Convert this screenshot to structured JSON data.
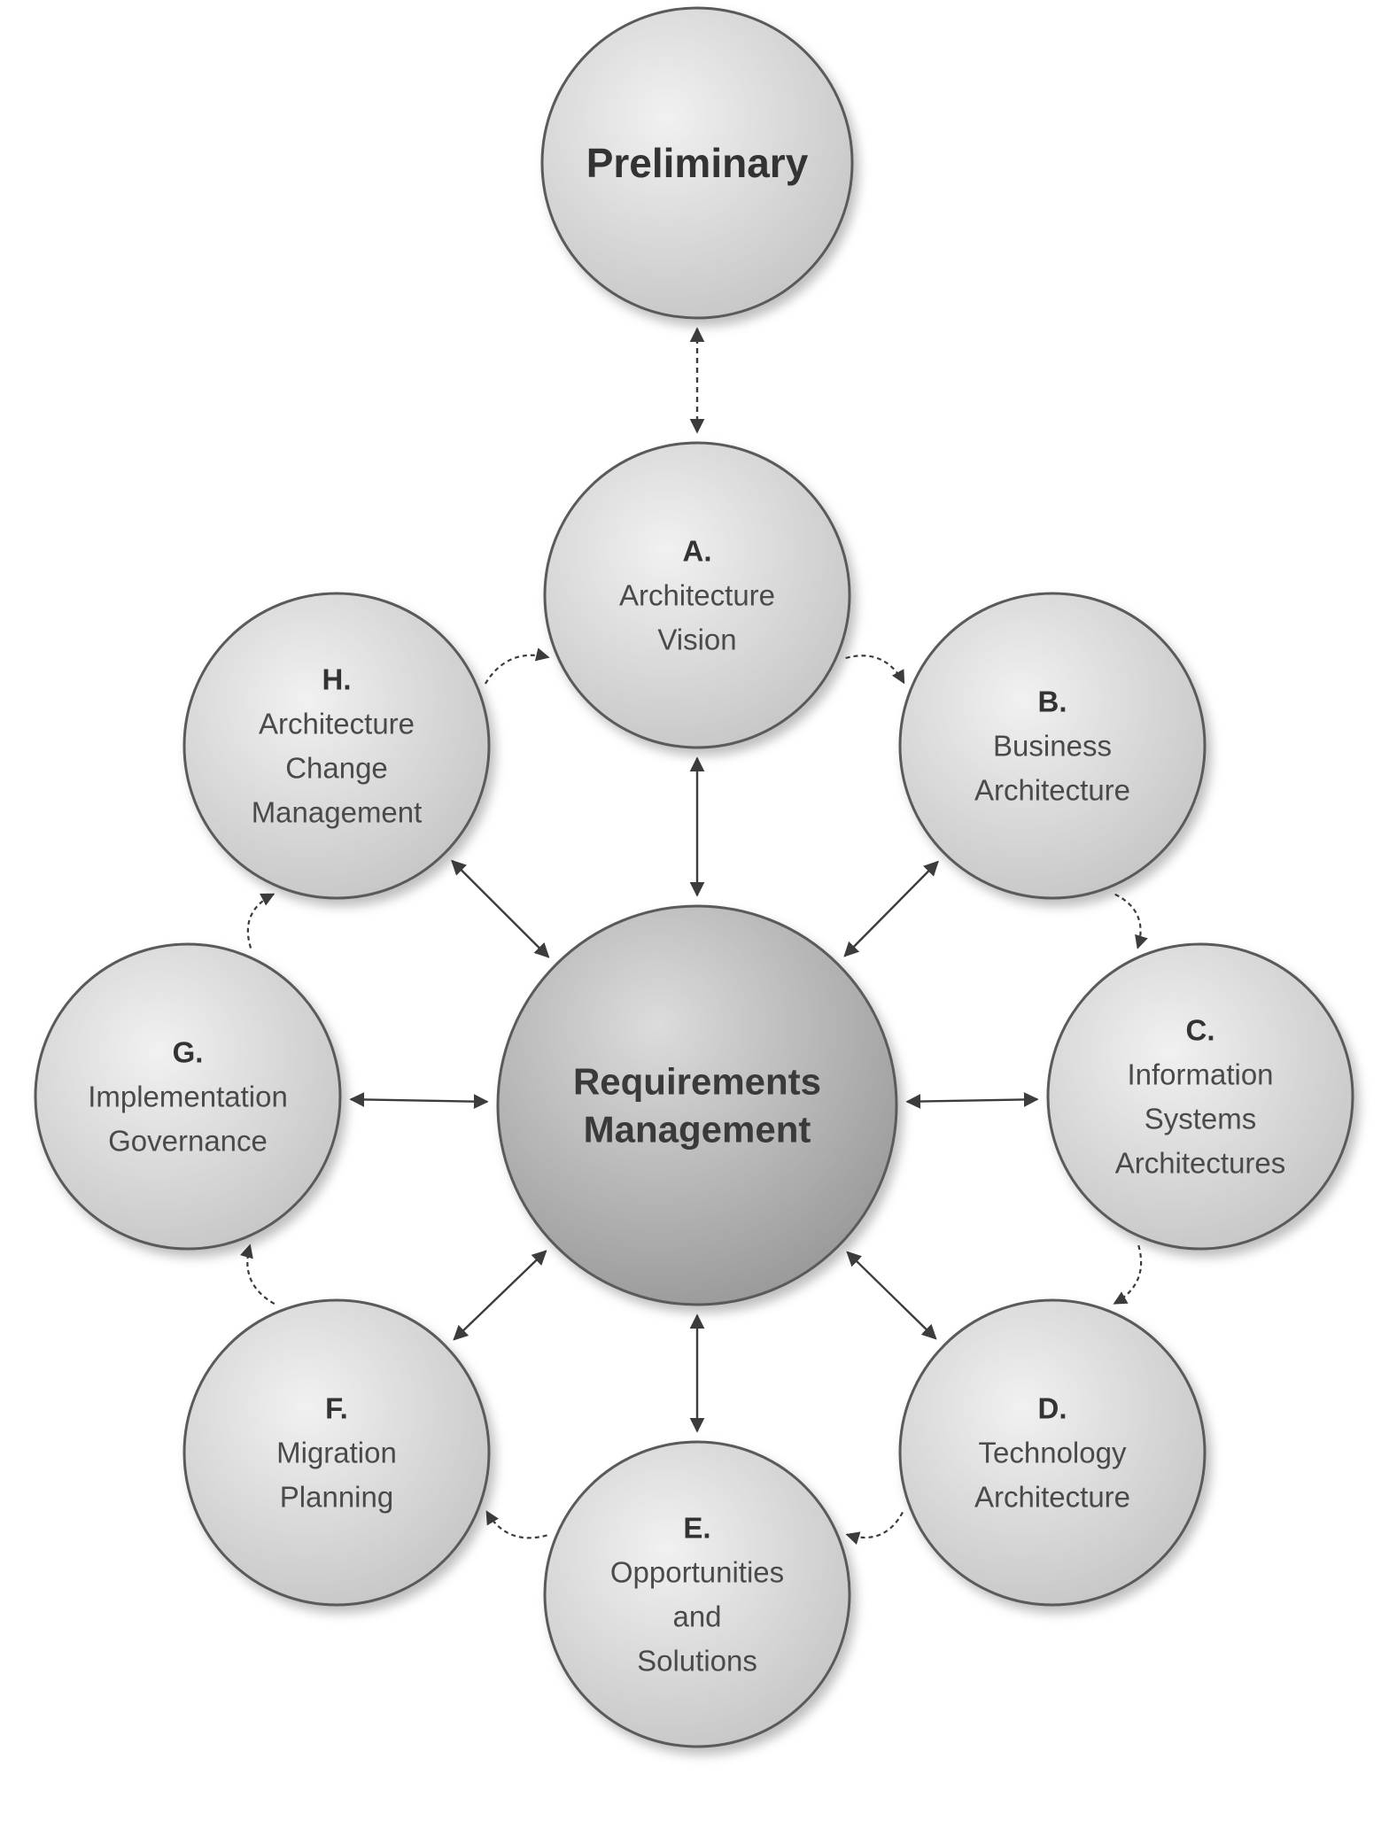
{
  "diagram": {
    "nodes": [
      {
        "id": "preliminary",
        "lines": [
          "Preliminary"
        ]
      },
      {
        "id": "requirements",
        "lines": [
          "Requirements",
          "Management"
        ]
      },
      {
        "id": "a",
        "letter": "A.",
        "lines": [
          "Architecture",
          "Vision"
        ]
      },
      {
        "id": "b",
        "letter": "B.",
        "lines": [
          "Business",
          "Architecture"
        ]
      },
      {
        "id": "c",
        "letter": "C.",
        "lines": [
          "Information",
          "Systems",
          "Architectures"
        ]
      },
      {
        "id": "d",
        "letter": "D.",
        "lines": [
          "Technology",
          "Architecture"
        ]
      },
      {
        "id": "e",
        "letter": "E.",
        "lines": [
          "Opportunities",
          "and",
          "Solutions"
        ]
      },
      {
        "id": "f",
        "letter": "F.",
        "lines": [
          "Migration",
          "Planning"
        ]
      },
      {
        "id": "g",
        "letter": "G.",
        "lines": [
          "Implementation",
          "Governance"
        ]
      },
      {
        "id": "h",
        "letter": "H.",
        "lines": [
          "Architecture",
          "Change",
          "Management"
        ]
      }
    ],
    "edges": [
      {
        "from": "preliminary",
        "to": "a",
        "style": "bidirectional-dashed"
      },
      {
        "from": "a",
        "to": "requirements",
        "style": "bidirectional"
      },
      {
        "from": "b",
        "to": "requirements",
        "style": "bidirectional"
      },
      {
        "from": "c",
        "to": "requirements",
        "style": "bidirectional"
      },
      {
        "from": "d",
        "to": "requirements",
        "style": "bidirectional"
      },
      {
        "from": "e",
        "to": "requirements",
        "style": "bidirectional"
      },
      {
        "from": "f",
        "to": "requirements",
        "style": "bidirectional"
      },
      {
        "from": "g",
        "to": "requirements",
        "style": "bidirectional"
      },
      {
        "from": "h",
        "to": "requirements",
        "style": "bidirectional"
      },
      {
        "from": "a",
        "to": "b",
        "style": "cycle"
      },
      {
        "from": "b",
        "to": "c",
        "style": "cycle"
      },
      {
        "from": "c",
        "to": "d",
        "style": "cycle"
      },
      {
        "from": "d",
        "to": "e",
        "style": "cycle"
      },
      {
        "from": "e",
        "to": "f",
        "style": "cycle"
      },
      {
        "from": "f",
        "to": "g",
        "style": "cycle"
      },
      {
        "from": "g",
        "to": "h",
        "style": "cycle"
      },
      {
        "from": "h",
        "to": "a",
        "style": "cycle"
      }
    ],
    "colors": {
      "node_fill_light": "#eeeeee",
      "node_fill_dark": "#c8c8c8",
      "center_fill_light": "#d6d6d6",
      "center_fill_dark": "#9a9a9a",
      "node_stroke": "#5a5a5a",
      "arrow": "#3c3c3c"
    }
  }
}
